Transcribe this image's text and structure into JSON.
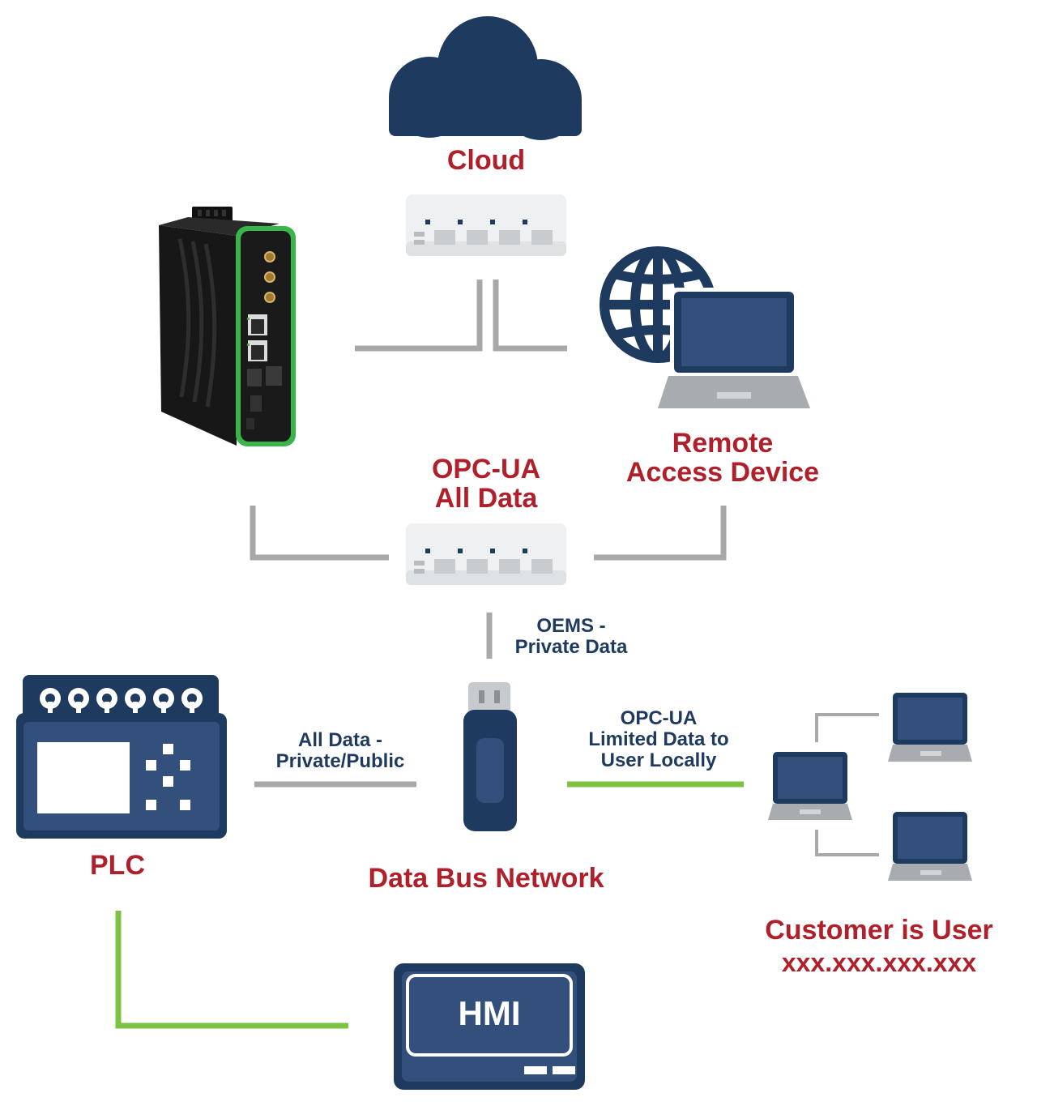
{
  "nodes": {
    "cloud": {
      "label": "Cloud"
    },
    "opcua": {
      "line1": "OPC-UA",
      "line2": "All Data"
    },
    "remote": {
      "line1": "Remote",
      "line2": "Access Device"
    },
    "plc": {
      "label": "PLC"
    },
    "bus": {
      "label": "Data Bus Network"
    },
    "customer": {
      "line1": "Customer is User",
      "line2": "xxx.xxx.xxx.xxx"
    },
    "hmi": {
      "label": "HMI"
    }
  },
  "links": {
    "oems": {
      "line1": "OEMS -",
      "line2": "Private Data"
    },
    "alldata": {
      "line1": "All Data -",
      "line2": "Private/Public"
    },
    "limited": {
      "line1": "OPC-UA",
      "line2": "Limited Data to",
      "line3": "User Locally"
    }
  },
  "colors": {
    "navy": "#1f3a5f",
    "red": "#b0202b",
    "gray_line": "#a8a8a8",
    "green_line": "#7dc242",
    "device_green": "#39b54a"
  }
}
